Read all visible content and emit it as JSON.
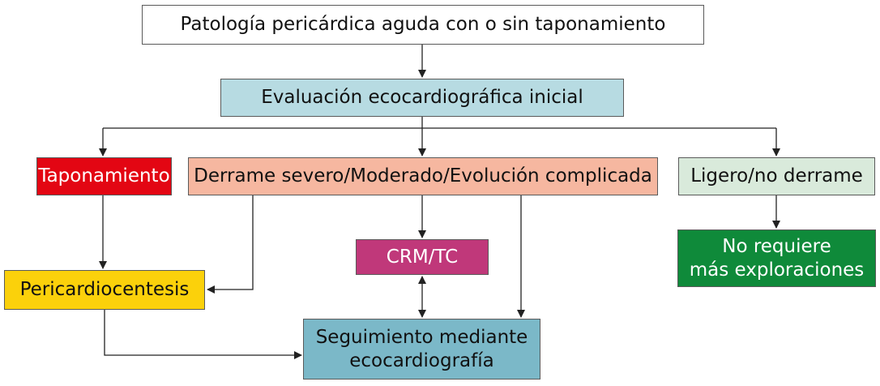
{
  "nodes": {
    "root": "Patología pericárdica aguda con o sin taponamiento",
    "evaluacion": "Evaluación ecocardiográfica inicial",
    "taponamiento": "Taponamiento",
    "derrame": "Derrame severo/Moderado/Evolución complicada",
    "ligero": "Ligero/no derrame",
    "crm_tc": "CRM/TC",
    "pericardiocentesis": "Pericardiocentesis",
    "no_requiere": [
      "No requiere",
      "más exploraciones"
    ],
    "seguimiento": [
      "Seguimiento mediante",
      "ecocardiografía"
    ]
  },
  "colors": {
    "evaluacion": "#b7dbe2",
    "taponamiento": "#e30613",
    "derrame": "#f6b7a0",
    "ligero": "#d9eadb",
    "crm_tc": "#c0387a",
    "pericardiocentesis": "#fbd10b",
    "no_requiere": "#0f8a3a",
    "seguimiento": "#7bb8c8",
    "line": "#222222"
  }
}
